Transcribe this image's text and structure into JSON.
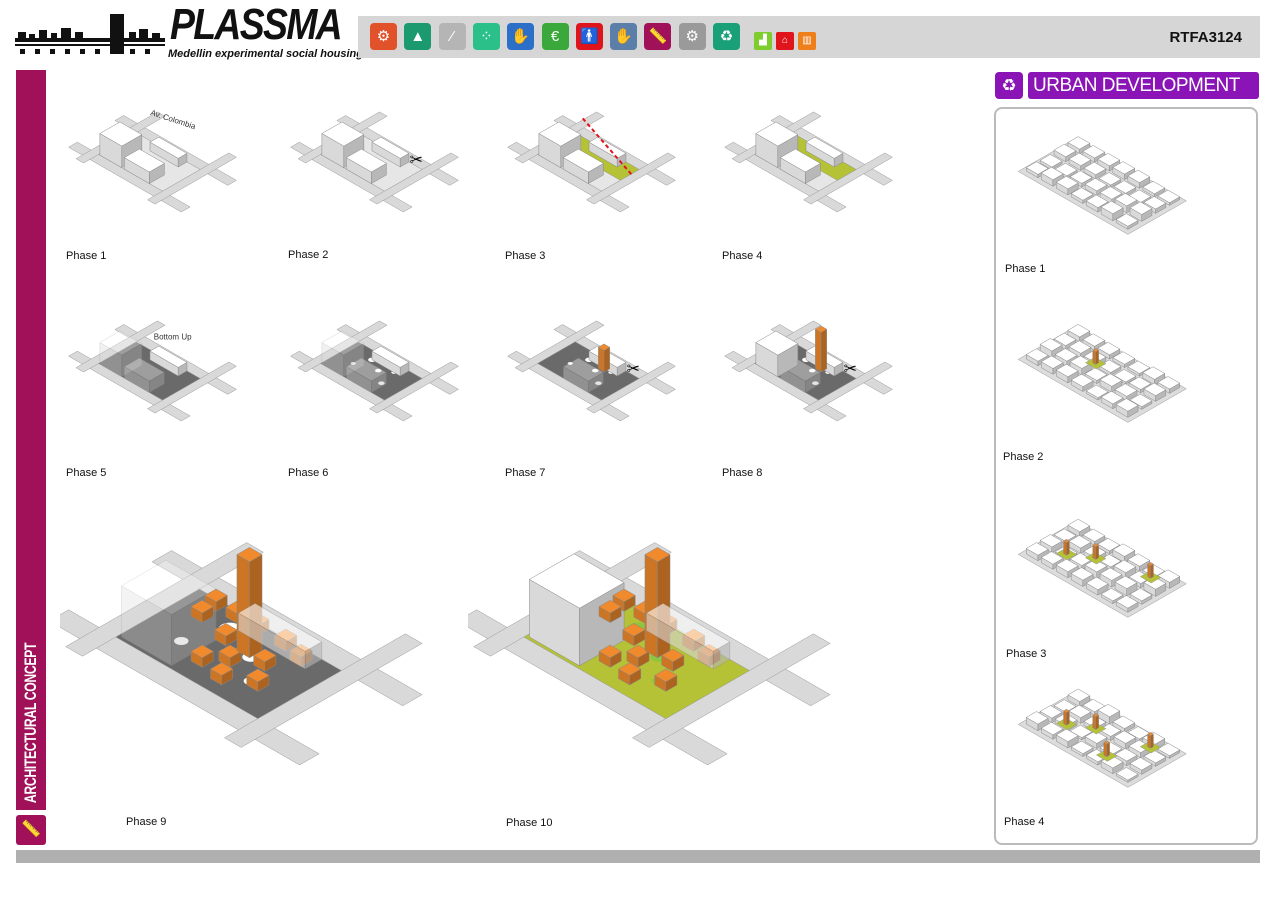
{
  "header": {
    "brand": "PLASSMA",
    "tagline": "Medellin experimental social housing",
    "code": "RTFA3124",
    "icons": [
      {
        "name": "gears-icon",
        "glyph": "⚙",
        "color": "#e1522a"
      },
      {
        "name": "tent-icon",
        "glyph": "▲",
        "color": "#1a9a6e"
      },
      {
        "name": "pattern-icon",
        "glyph": "⁄",
        "color": "#b5b5b5"
      },
      {
        "name": "dots-icon",
        "glyph": "⁘",
        "color": "#2bbf8a"
      },
      {
        "name": "hands-icon",
        "glyph": "✋",
        "color": "#2b6fc9"
      },
      {
        "name": "piggy-bank-icon",
        "glyph": "€",
        "color": "#3aa83a"
      },
      {
        "name": "person-icon",
        "glyph": "🚹",
        "color": "#e0141b"
      },
      {
        "name": "hands-care-icon",
        "glyph": "✋",
        "color": "#5b7fa8"
      },
      {
        "name": "ruler-icon",
        "glyph": "📏",
        "color": "#a0115a"
      },
      {
        "name": "gears-gray-icon",
        "glyph": "⚙",
        "color": "#9a9a9a"
      },
      {
        "name": "recycle-icon",
        "glyph": "♻",
        "color": "#1aa079"
      }
    ],
    "small_icons": [
      {
        "name": "city-icon",
        "glyph": "▟",
        "color": "#7ccd2d"
      },
      {
        "name": "house-icon",
        "glyph": "⌂",
        "color": "#e0141b"
      },
      {
        "name": "building-icon",
        "glyph": "▥",
        "color": "#ef7f1a"
      }
    ]
  },
  "sidebar": {
    "label": "ARCHITECTURAL CONCEPT"
  },
  "urban": {
    "title": "URBAN DEVELOPMENT",
    "phases": [
      "Phase 1",
      "Phase 2",
      "Phase 3",
      "Phase 4"
    ]
  },
  "concept": {
    "phases": [
      "Phase 1",
      "Phase 2",
      "Phase 3",
      "Phase 4",
      "Phase 5",
      "Phase 6",
      "Phase 7",
      "Phase 8",
      "Phase 9",
      "Phase 10"
    ],
    "street_label": "Av. Colombia",
    "annotation": "Bottom Up"
  },
  "colors": {
    "magenta": "#a0115a",
    "purple": "#8a14b5",
    "orange": "#f08a2c",
    "green": "#b5c235"
  }
}
